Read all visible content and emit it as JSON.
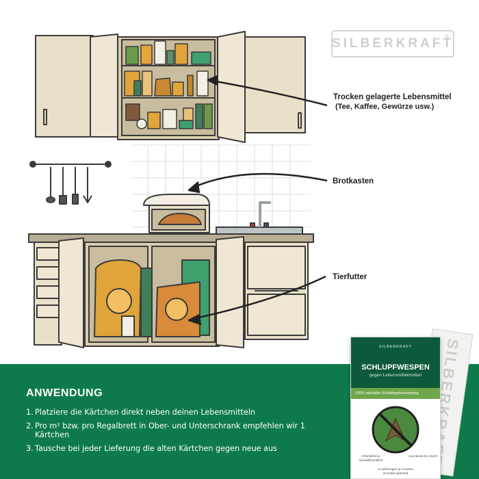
{
  "brand": {
    "logo_text": "SILBERKRAFT",
    "registered_mark": "®"
  },
  "labels": {
    "dry_food_line1": "Trocken gelagerte Lebensmittel",
    "dry_food_line2": "(Tee, Kaffee, Gewürze usw.)",
    "bread_box": "Brotkasten",
    "pet_food": "Tierfutter"
  },
  "usage": {
    "title": "ANWENDUNG",
    "steps": [
      {
        "num": "1.",
        "text": "Platziere die Kärtchen direkt neben deinen Lebensmitteln"
      },
      {
        "num": "2.",
        "text": "Pro m² bzw. pro Regalbrett in Ober- und Unterschrank empfehlen wir 1 Kärtchen"
      },
      {
        "num": "3.",
        "text": "Tausche bei jeder Lieferung die alten Kärtchen gegen neue aus"
      }
    ]
  },
  "product": {
    "brand": "SILBERKRAFT",
    "title": "SCHLUPFWESPEN",
    "subtitle": "gegen Lebensmittelmotten",
    "claim": "100% natürliche Schädlingsbekämpfung",
    "note_left": "Chemiefrei & umweltfreundlich",
    "note_right": "Aus deutscher Zucht",
    "bottom_line1": "3 Lieferungen je 2 Karten",
    "bottom_line2": "(6 Karten gesamt)",
    "card_watermark": "SILBERKRAFT"
  },
  "colors": {
    "green_band": "#0e7a4c",
    "pack_dark_green": "#0d5a3a",
    "pack_light_green": "#6fa64c",
    "cabinet": "#e9e0c9",
    "cabinet_outline": "#3a3a3a",
    "food_orange": "#e0a43a"
  }
}
